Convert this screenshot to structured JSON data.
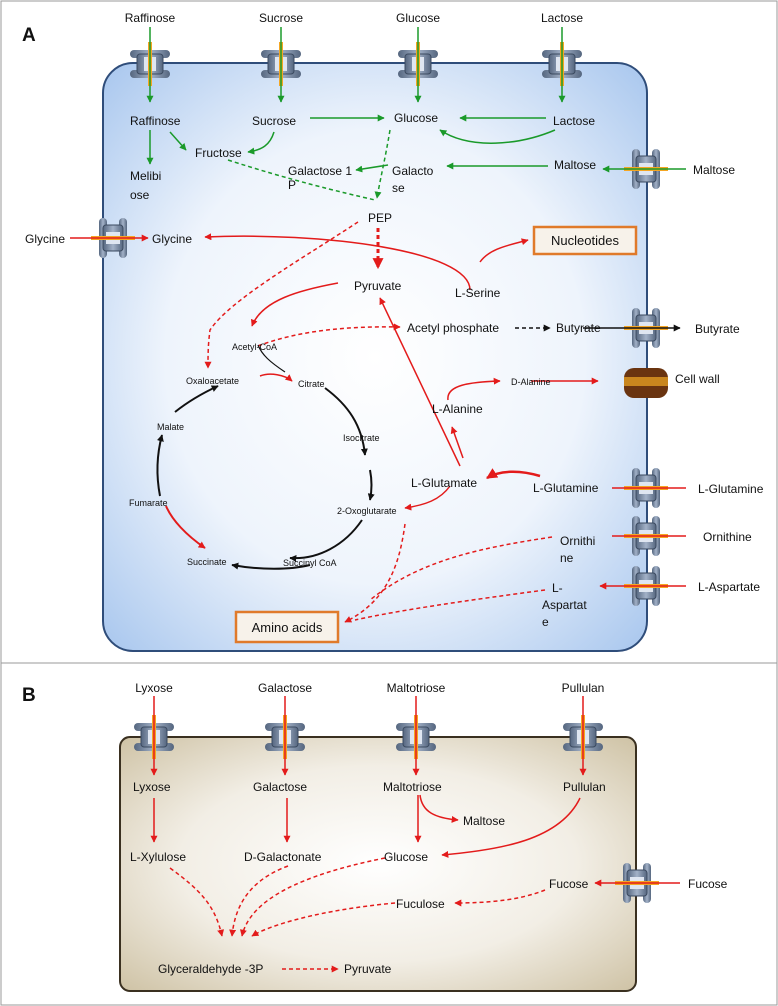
{
  "panel_a": {
    "letter": "A",
    "outside": {
      "raffinose": "Raffinose",
      "sucrose": "Sucrose",
      "glucose": "Glucose",
      "lactose": "Lactose",
      "maltose": "Maltose",
      "glycine": "Glycine",
      "butyrate": "Butyrate",
      "l_glutamine": "L-Glutamine",
      "ornithine": "Ornithine",
      "l_aspartate": "L-Aspartate"
    },
    "inside": {
      "raffinose": "Raffinose",
      "sucrose": "Sucrose",
      "glucose": "Glucose",
      "lactose": "Lactose",
      "fructose": "Fructose",
      "melibiose_1": "Melibi",
      "melibiose_2": "ose",
      "galactose1p_1": "Galactose 1",
      "galactose1p_2": "P",
      "galactose_1": "Galacto",
      "galactose_2": "se",
      "maltose": "Maltose",
      "pep": "PEP",
      "glycine": "Glycine",
      "nucleotides": "Nucleotides",
      "pyruvate": "Pyruvate",
      "l_serine": "L-Serine",
      "acetyl_coa": "Acetyl-CoA",
      "acetyl_phosphate": "Acetyl phosphate",
      "butyrate": "Butyrate",
      "d_alanine": "D-Alanine",
      "cell_wall": "Cell wall",
      "l_alanine": "L-Alanine",
      "l_glutamate": "L-Glutamate",
      "l_glutamine": "L-Glutamine",
      "ornithine_1": "Ornithi",
      "ornithine_2": "ne",
      "l_aspartate_1": "L-",
      "l_aspartate_2": "Aspartat",
      "l_aspartate_3": "e",
      "amino_acids": "Amino acids"
    },
    "tca": {
      "oxaloacetate": "Oxaloacetate",
      "citrate": "Citrate",
      "isocitrate": "Isocitrate",
      "oxoglutarate": "2-Oxoglutarate",
      "succinyl_coa": "Succinyl CoA",
      "succinate": "Succinate",
      "fumarate": "Fumarate",
      "malate": "Malate"
    }
  },
  "panel_b": {
    "letter": "B",
    "outside": {
      "lyxose": "Lyxose",
      "galactose": "Galactose",
      "maltotriose": "Maltotriose",
      "pullulan": "Pullulan",
      "fucose": "Fucose"
    },
    "inside": {
      "lyxose": "Lyxose",
      "galactose": "Galactose",
      "maltotriose": "Maltotriose",
      "pullulan": "Pullulan",
      "maltose": "Maltose",
      "l_xylulose": "L-Xylulose",
      "d_galactonate": "D-Galactonate",
      "glucose": "Glucose",
      "fucose": "Fucose",
      "fuculose": "Fuculose",
      "glyceraldehyde_3p": "Glyceraldehyde -3P",
      "pyruvate": "Pyruvate"
    }
  },
  "colors": {
    "red": "#e31b1b",
    "green": "#1a9a2a",
    "black": "#111111",
    "box_border": "#e07a2a",
    "cell_a": "#b9d3f2",
    "cell_b": "#d8ccb2"
  }
}
